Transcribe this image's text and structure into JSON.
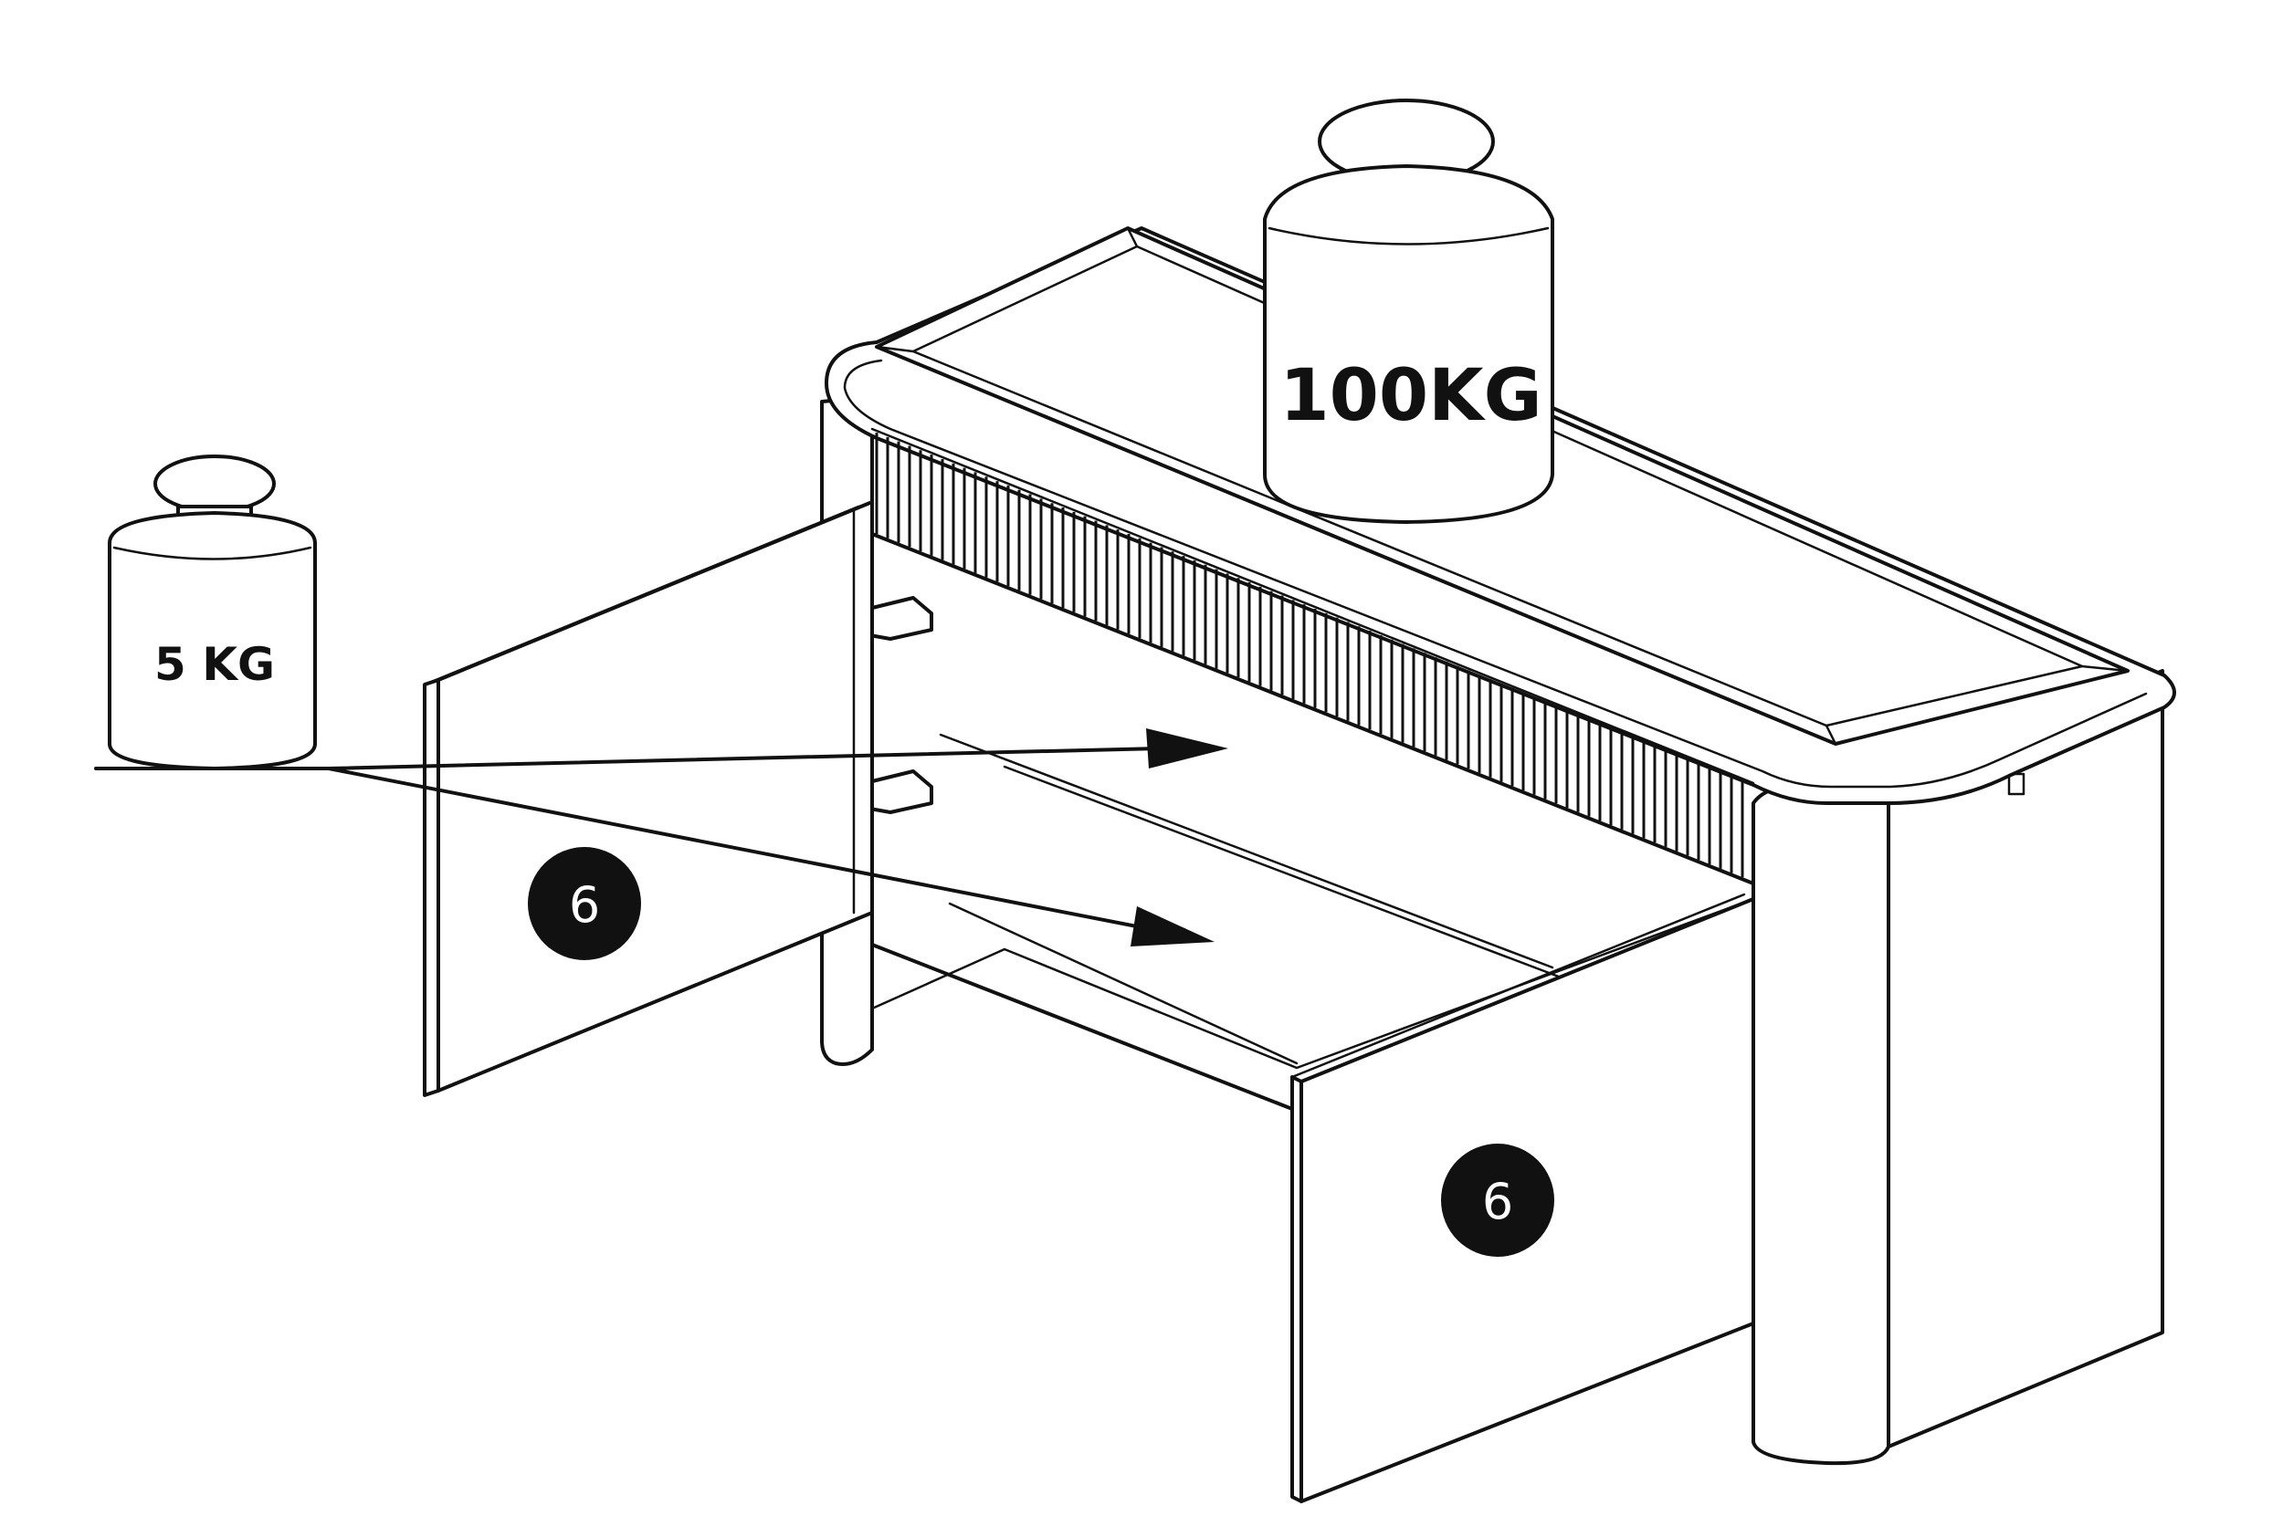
{
  "weights": {
    "small": {
      "label": "5 KG"
    },
    "large": {
      "label": "100KG"
    }
  },
  "part_badges": [
    {
      "number": "6"
    },
    {
      "number": "6"
    }
  ],
  "colors": {
    "line": "#111111",
    "background": "#ffffff",
    "badge_fill": "#111111",
    "badge_text": "#ffffff"
  }
}
